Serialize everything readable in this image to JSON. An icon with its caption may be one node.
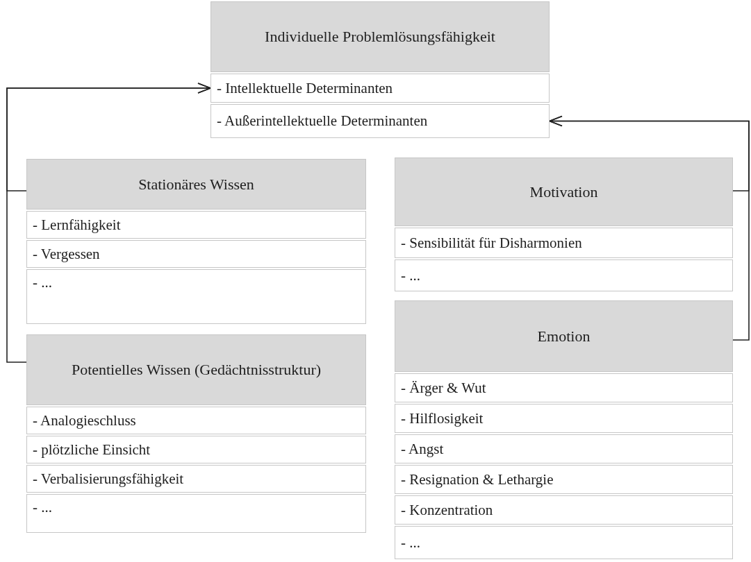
{
  "diagram": {
    "nodes": [
      {
        "text": [
          "Individuelle Problemlösungsfähigkeit"
        ]
      },
      {
        "text": [
          "- Intellektuelle Determinanten"
        ]
      },
      {
        "text": [
          "- Außerintellektuelle Determinanten"
        ]
      },
      {
        "text": [
          "Stationäres Wissen"
        ]
      },
      {
        "text": [
          "- Lernfähigkeit"
        ]
      },
      {
        "text": [
          "- Vergessen"
        ]
      },
      {
        "text": [
          "- ..."
        ]
      },
      {
        "text": [
          "Motivation"
        ]
      },
      {
        "text": [
          "- Sensibilität für Disharmonien"
        ]
      },
      {
        "text": [
          "- ..."
        ]
      },
      {
        "text": [
          "Potentielles Wissen (Gedächtnisstruktur)"
        ]
      },
      {
        "text": [
          "- Analogieschluss"
        ]
      },
      {
        "text": [
          "- plötzliche Einsicht"
        ]
      },
      {
        "text": [
          "- Verbalisierungsfähigkeit"
        ]
      },
      {
        "text": [
          "- ..."
        ]
      },
      {
        "text": [
          "Emotion"
        ]
      },
      {
        "text": [
          "- Ärger & Wut"
        ]
      },
      {
        "text": [
          "- Hilflosigkeit"
        ]
      },
      {
        "text": [
          "- Angst"
        ]
      },
      {
        "text": [
          "- Resignation & Lethargie"
        ]
      },
      {
        "text": [
          "- Konzentration"
        ]
      },
      {
        "text": [
          "- ..."
        ]
      }
    ],
    "edges": [
      {
        "from": 3,
        "to": 1,
        "arrow": "to"
      },
      {
        "from": 10,
        "to": 1,
        "arrow": "to"
      },
      {
        "from": 7,
        "to": 2,
        "arrow": "to"
      },
      {
        "from": 15,
        "to": 2,
        "arrow": "to"
      }
    ]
  }
}
